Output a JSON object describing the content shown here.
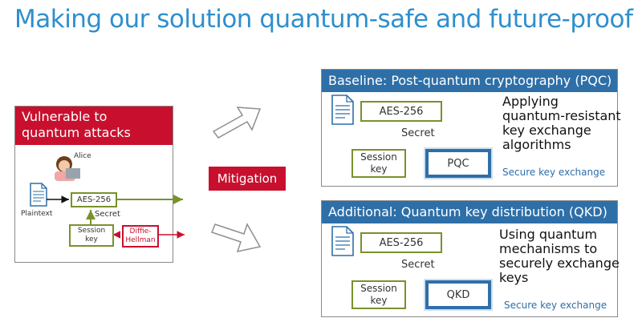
{
  "title": "Making our solution quantum-safe and future-proof",
  "mitigation": "Mitigation",
  "left_panel": {
    "header": "Vulnerable to quantum attacks",
    "alice": "Alice",
    "plaintext": "Plaintext",
    "aes": "AES-256",
    "secret": "Secret",
    "session_key": "Session key",
    "diffie_hellman": "Diffie-Hellman"
  },
  "pqc_panel": {
    "header": "Baseline: Post-quantum cryptography (PQC)",
    "aes": "AES-256",
    "secret": "Secret",
    "session_key": "Session key",
    "method": "PQC",
    "exchange": "Secure key exchange",
    "note": "Applying quantum-resistant key exchange algorithms"
  },
  "qkd_panel": {
    "header": "Additional: Quantum key distribution (QKD)",
    "aes": "AES-256",
    "secret": "Secret",
    "session_key": "Session key",
    "method": "QKD",
    "exchange": "Secure key exchange",
    "note": "Using quantum mechanisms to securely exchange keys"
  },
  "colors": {
    "red": "#c8102e",
    "blue": "#2e6fa8",
    "green": "#78922c",
    "title": "#2e8fce"
  }
}
